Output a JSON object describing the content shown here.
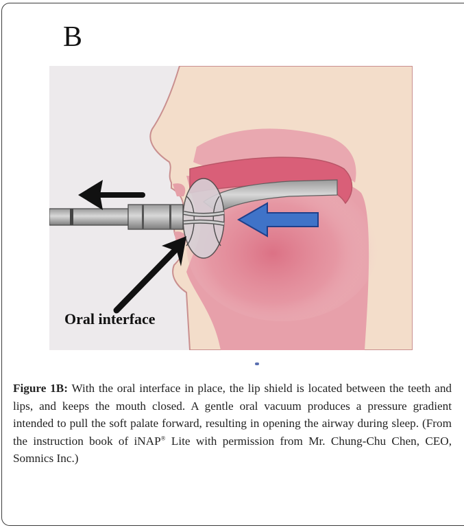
{
  "figure": {
    "panel_letter": "B",
    "annotation_label": "Oral interface",
    "caption": {
      "label": "Figure 1B:",
      "text_part1": " With the oral interface in place, the lip shield is located between the teeth and lips, and keeps the mouth closed. A gentle oral vacuum produces a pressure gradient intended to pull the soft palate forward, resulting in opening the airway during sleep. (From the instruction book of iNAP",
      "superscript": "®",
      "text_part2": " Lite with permission from Mr. Chung-Chu Chen, CEO, Somnics Inc.)"
    }
  },
  "colors": {
    "skin": "#f4dfcc",
    "oral_tissue": "#e7a3ab",
    "oral_glow": "#df7f8f",
    "background": "#ece9ec",
    "arrow_blue": "#3f73c8"
  }
}
